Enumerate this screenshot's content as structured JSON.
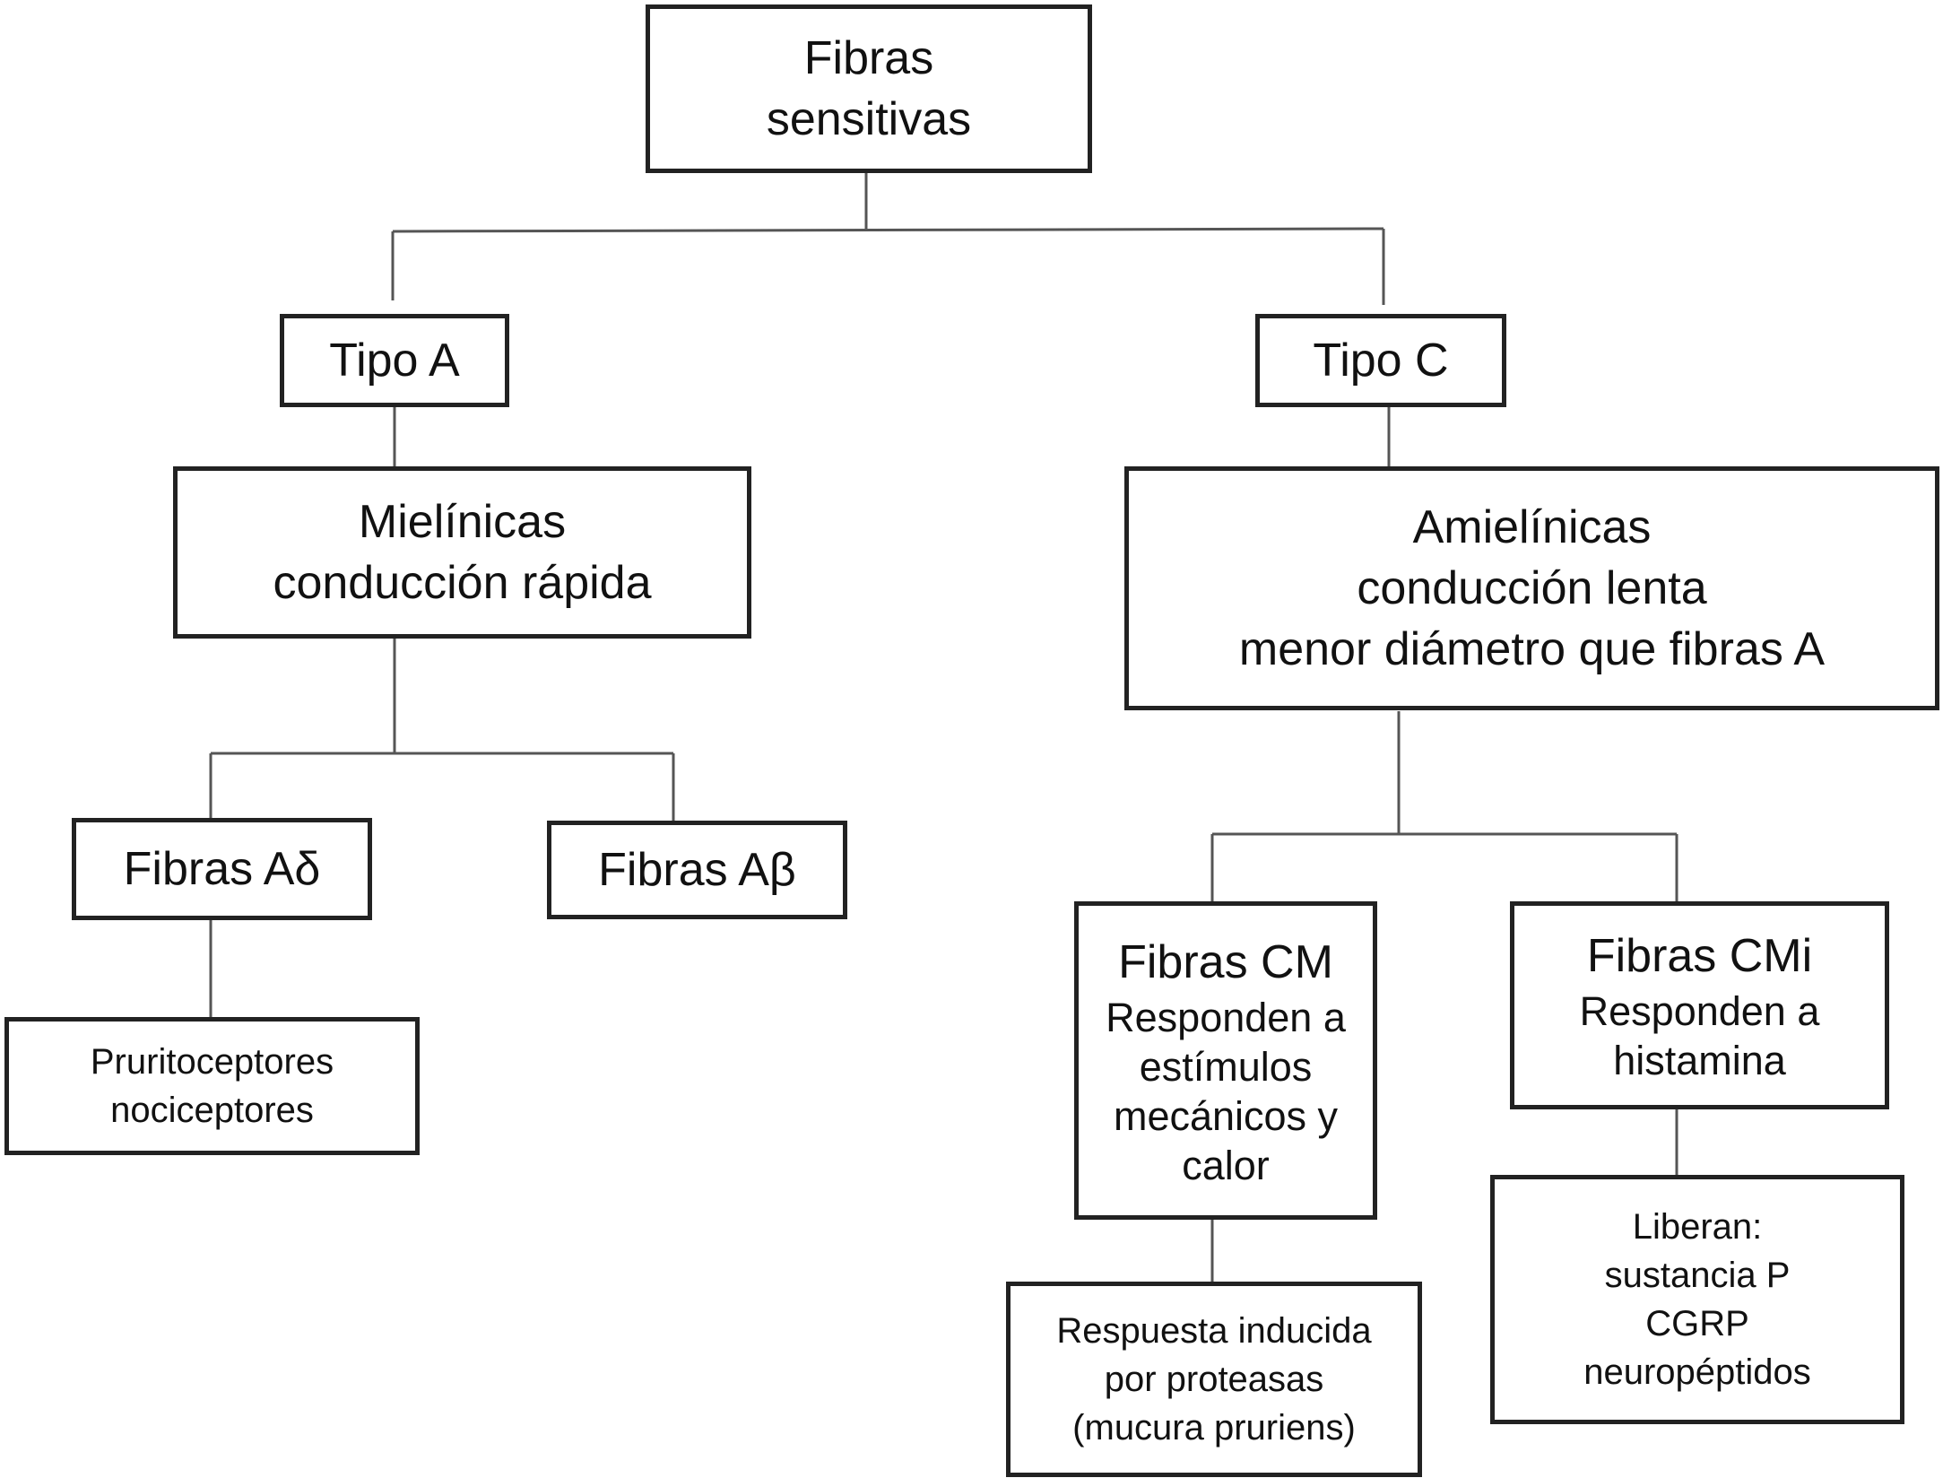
{
  "nodes": {
    "root": {
      "lines": [
        "Fibras",
        "sensitivas"
      ]
    },
    "tipo_a": {
      "lines": [
        "Tipo A"
      ]
    },
    "tipo_c": {
      "lines": [
        "Tipo C"
      ]
    },
    "mielinicas": {
      "lines": [
        "Mielínicas",
        "conducción rápida"
      ]
    },
    "amielinicas": {
      "lines": [
        "Amielínicas",
        "conducción lenta",
        "menor diámetro que fibras A"
      ]
    },
    "fibras_a_delta": {
      "lines": [
        "Fibras Aδ"
      ]
    },
    "fibras_a_beta": {
      "lines": [
        "Fibras Aβ"
      ]
    },
    "pruritoceptores": {
      "lines": [
        "Pruritoceptores",
        "nociceptores"
      ]
    },
    "fibras_cm": {
      "title": "Fibras CM",
      "lines": [
        "Responden a",
        "estímulos",
        "mecánicos y",
        "calor"
      ]
    },
    "fibras_cmi": {
      "title": "Fibras CMi",
      "lines": [
        "Responden a",
        "histamina"
      ]
    },
    "respuesta_proteasas": {
      "lines": [
        "Respuesta inducida",
        "por proteasas",
        "(mucura pruriens)"
      ]
    },
    "liberan": {
      "lines": [
        "Liberan:",
        "sustancia P",
        "CGRP",
        "neuropéptidos"
      ]
    }
  }
}
